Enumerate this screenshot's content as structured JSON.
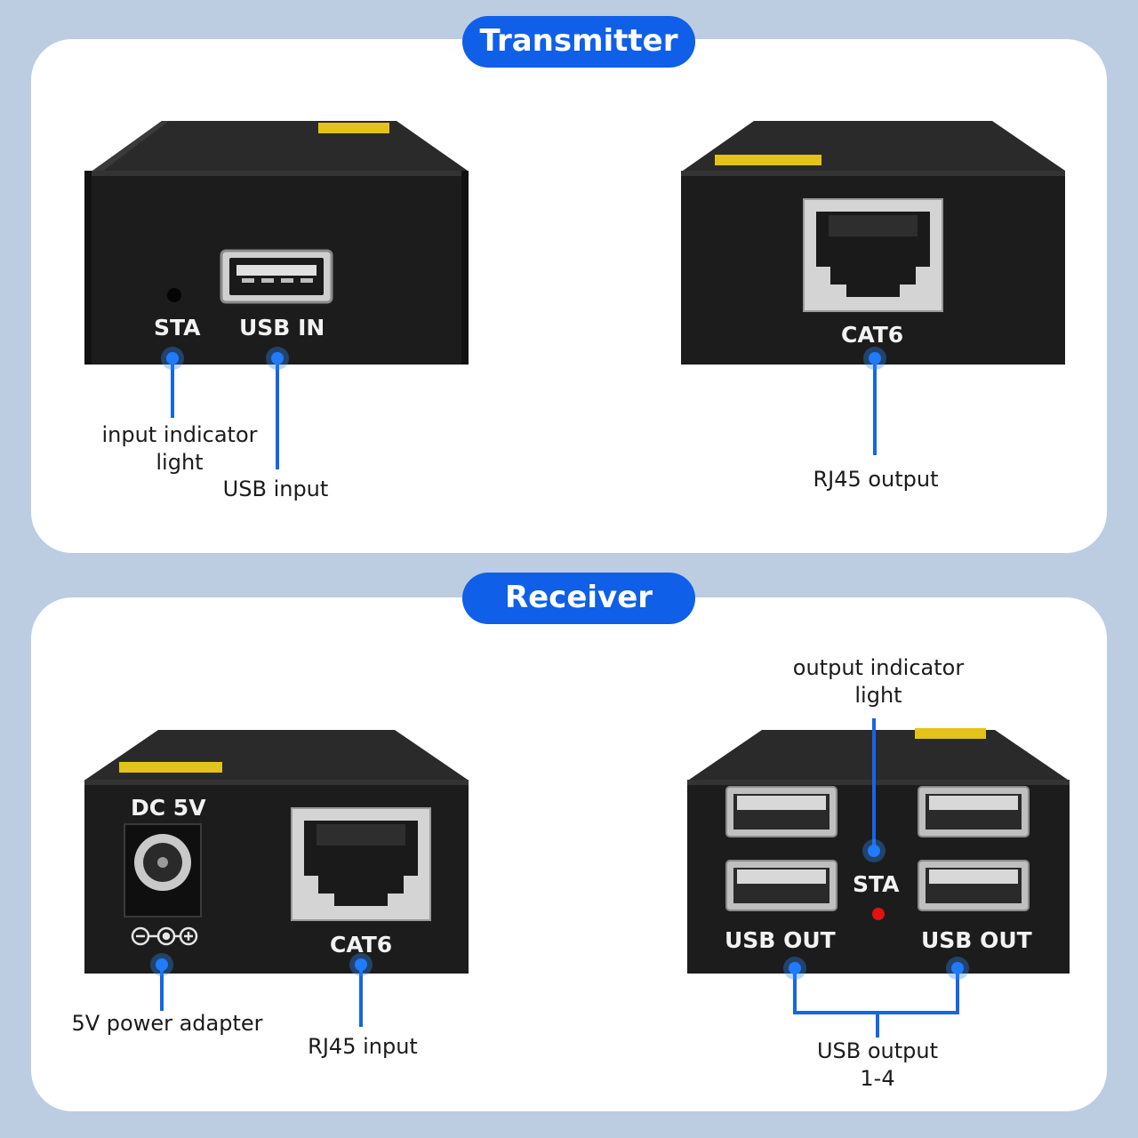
{
  "transmitter": {
    "title": "Transmitter",
    "left_device": {
      "panel_labels": {
        "sta": "STA",
        "usb_in": "USB IN"
      },
      "callouts": {
        "indicator": "input indicator\nlight",
        "usb": "USB input"
      }
    },
    "right_device": {
      "panel_labels": {
        "cat6": "CAT6"
      },
      "callouts": {
        "rj45": "RJ45 output"
      }
    }
  },
  "receiver": {
    "title": "Receiver",
    "left_device": {
      "panel_labels": {
        "dc": "DC 5V",
        "cat6": "CAT6"
      },
      "callouts": {
        "power": "5V power adapter",
        "rj45": "RJ45 input"
      }
    },
    "right_device": {
      "panel_labels": {
        "sta": "STA",
        "usb_out_left": "USB OUT",
        "usb_out_right": "USB OUT"
      },
      "callouts": {
        "indicator": "output indicator\nlight",
        "usb": "USB output\n1-4"
      }
    }
  },
  "colors": {
    "background": "#bccde2",
    "panel": "#ffffff",
    "accent": "#0f5fe8",
    "device": "#1a1a1a",
    "callout_line": "#1466e6"
  }
}
